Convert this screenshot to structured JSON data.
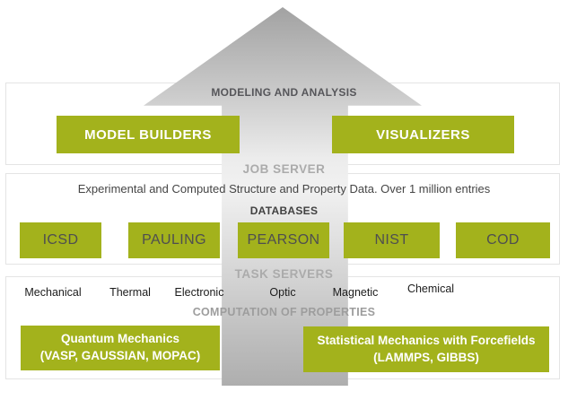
{
  "colors": {
    "green": "#a3b21c",
    "arrow_gray_top": "#a2a2a2",
    "arrow_gray_mid": "#f1f1f1",
    "arrow_gray_bottom": "#aeaeae",
    "panel_border": "#e4e4e4"
  },
  "arrow": {
    "job_server_label": "JOB SERVER",
    "task_servers_label": "TASK SERVERS"
  },
  "sections": {
    "modeling": {
      "title": "MODELING AND ANALYSIS",
      "boxes": [
        {
          "label": "MODEL BUILDERS"
        },
        {
          "label": "VISUALIZERS"
        }
      ]
    },
    "databases": {
      "description": "Experimental and Computed Structure and Property Data. Over 1 million entries",
      "title": "DATABASES",
      "boxes": [
        {
          "label": "ICSD"
        },
        {
          "label": "PAULING"
        },
        {
          "label": "PEARSON"
        },
        {
          "label": "NIST"
        },
        {
          "label": "COD"
        }
      ]
    },
    "computation": {
      "properties": [
        "Mechanical",
        "Thermal",
        "Electronic",
        "Optic",
        "Magnetic",
        "Chemical"
      ],
      "title": "COMPUTATION OF PROPERTIES",
      "boxes": [
        {
          "line1": "Quantum Mechanics",
          "line2": "(VASP, GAUSSIAN, MOPAC)"
        },
        {
          "line1": "Statistical Mechanics with Forcefields",
          "line2": "(LAMMPS, GIBBS)"
        }
      ]
    }
  }
}
